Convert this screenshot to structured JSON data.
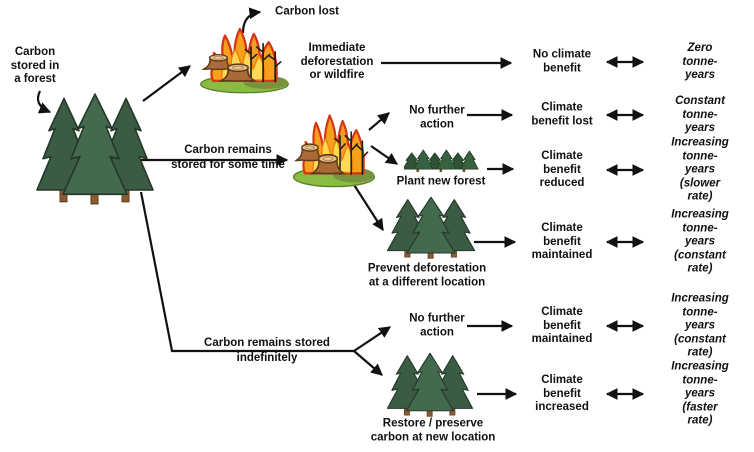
{
  "diagram": {
    "root_label": "Carbon\nstored in\na forest",
    "carbon_lost_label": "Carbon lost",
    "branches": {
      "immediate": "Immediate\ndeforestation\nor wildfire",
      "some_time": "Carbon remains\nstored for some time",
      "indefinitely": "Carbon remains stored\nindefinitely"
    },
    "actions": {
      "no_further_action_1": "No further\naction",
      "plant_new_forest": "Plant new forest",
      "prevent_deforestation": "Prevent deforestation\nat a different location",
      "no_further_action_2": "No further\naction",
      "restore_preserve": "Restore / preserve\ncarbon at new location"
    },
    "outcomes": [
      {
        "benefit": "No climate\nbenefit",
        "tonne_years": "Zero\ntonne-years"
      },
      {
        "benefit": "Climate\nbenefit lost",
        "tonne_years": "Constant\ntonne-years"
      },
      {
        "benefit": "Climate\nbenefit\nreduced",
        "tonne_years": "Increasing\ntonne-years\n(slower rate)"
      },
      {
        "benefit": "Climate\nbenefit\nmaintained",
        "tonne_years": "Increasing\ntonne-years\n(constant rate)"
      },
      {
        "benefit": "Climate\nbenefit\nmaintained",
        "tonne_years": "Increasing\ntonne-years\n(constant rate)"
      },
      {
        "benefit": "Climate\nbenefit\nincreased",
        "tonne_years": "Increasing\ntonne-years\n(faster rate)"
      }
    ],
    "icons": {
      "root": "forest-icon",
      "fire_immediate": "wildfire-stumps-icon",
      "fire_delayed": "wildfire-stumps-icon",
      "plant": "new-forest-icon",
      "prevent": "preserved-forest-icon",
      "restore": "restored-forest-icon"
    },
    "colors": {
      "arrow": "#111111",
      "tree_dark": "#3b5c42",
      "tree_mid": "#446a4d",
      "tree_outline": "#24382a",
      "trunk": "#8a5a33",
      "flame_body": "#f6a01c",
      "flame_inner": "#ffd952",
      "flame_outline": "#d43517",
      "grass": "#8abc41",
      "grass_dark": "#79923d",
      "stump_body": "#a96a36",
      "stump_top": "#ecc795",
      "burnt_tree": "#1e1e1e",
      "background": "#ffffff"
    }
  }
}
